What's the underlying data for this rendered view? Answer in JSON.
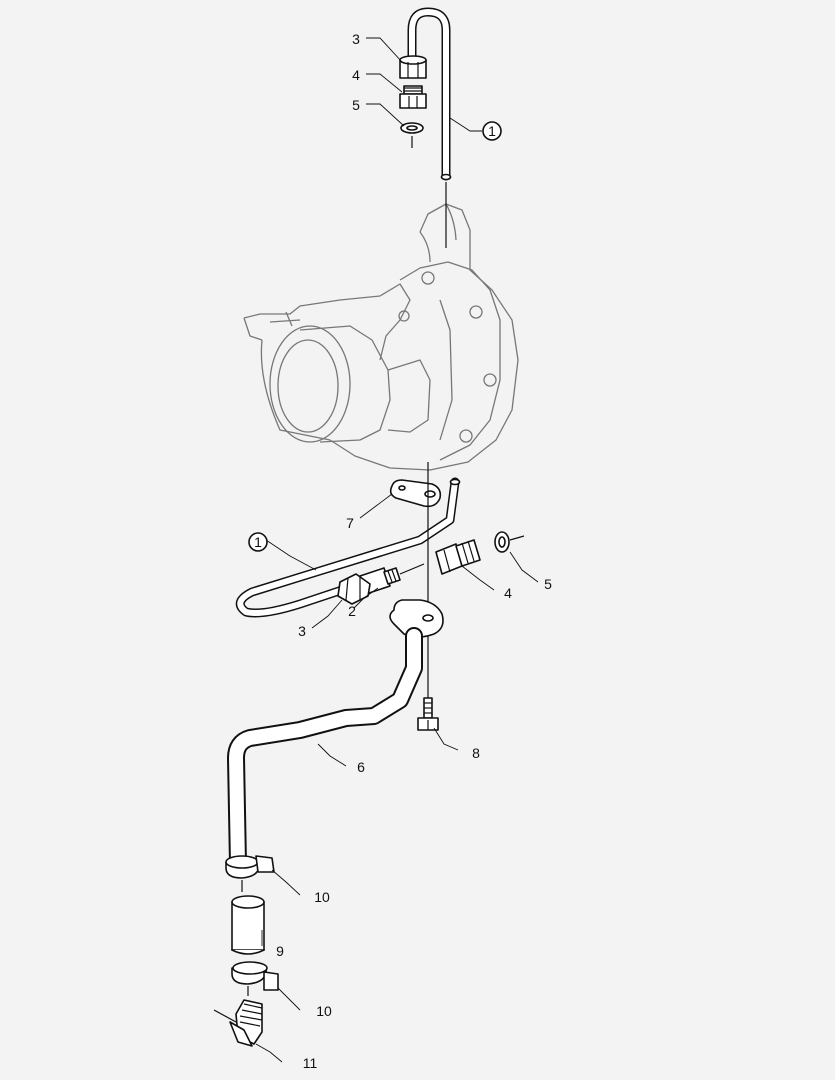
{
  "labels": {
    "tube_top": "1",
    "nut_top": "3",
    "fitting_top": "4",
    "washer_top": "5",
    "tube_mid": "1",
    "fitting_mid": "2",
    "nut_mid": "3",
    "fitting_right": "4",
    "washer_right": "5",
    "drain_pipe": "6",
    "gasket": "7",
    "bolt": "8",
    "hose": "9",
    "clamp_upper": "10",
    "clamp_lower": "10",
    "elbow": "11"
  }
}
